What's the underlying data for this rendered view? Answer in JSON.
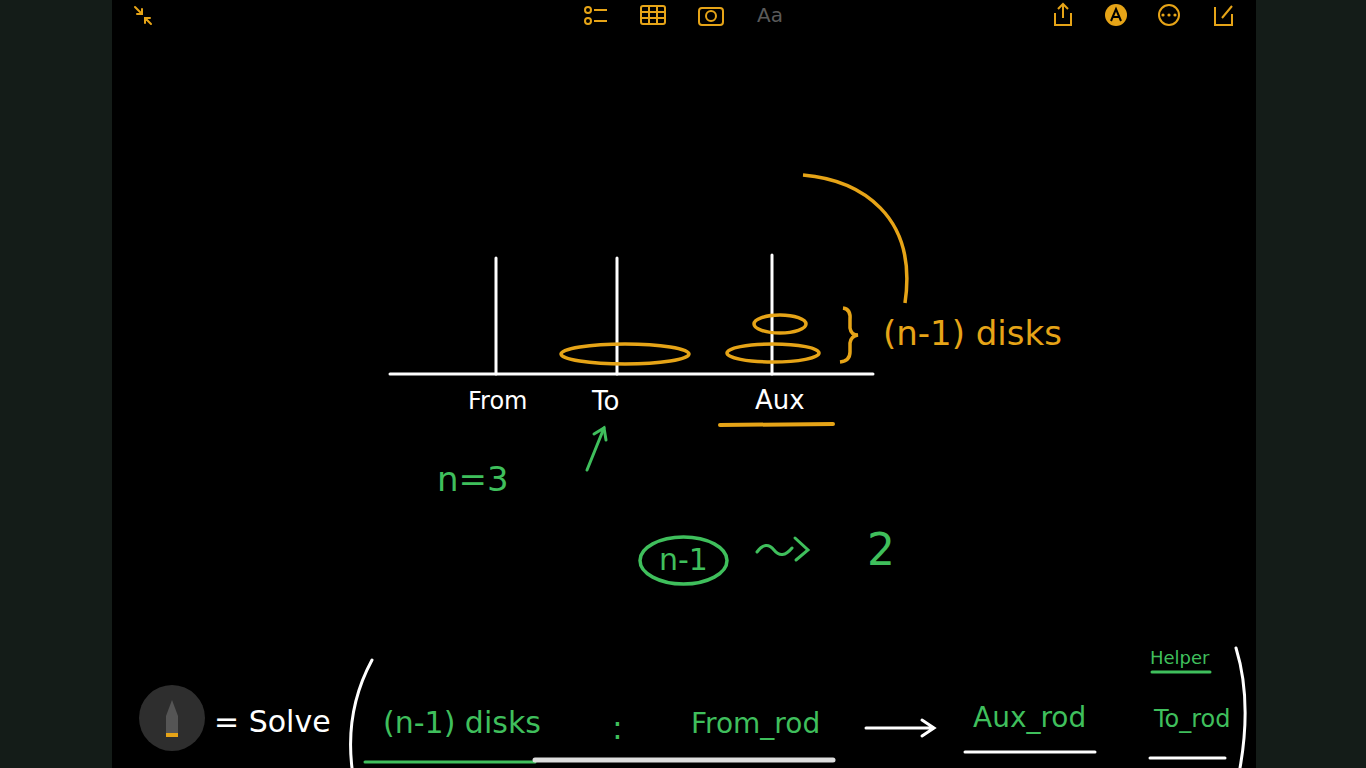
{
  "diagram": {
    "nodes": [
      {
        "text": [
          "n-1"
        ]
      }
    ],
    "labels": [
      "Aa",
      "From",
      "To",
      "Aux",
      "(n-1) disks",
      "n=3",
      "2",
      "= Solve",
      "(n-1) disks",
      ":",
      "From_rod",
      "Aux_rod",
      "Helper",
      "To_rod"
    ]
  }
}
